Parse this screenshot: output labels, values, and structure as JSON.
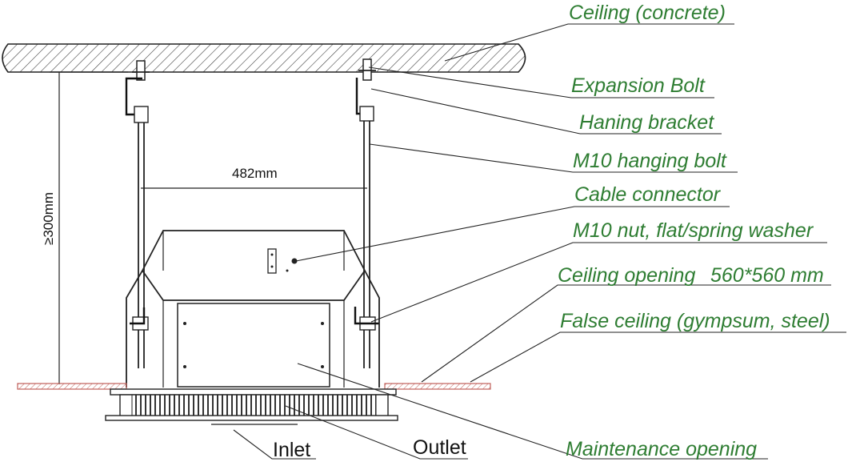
{
  "labels": {
    "ceiling": "Ceiling (concrete)",
    "expansion_bolt": "Expansion Bolt",
    "hanging_bracket": "Haning bracket",
    "hanging_bolt": "M10 hanging bolt",
    "cable_connector": "Cable connector",
    "nut_washer": "M10 nut, flat/spring washer",
    "ceiling_opening": "Ceiling opening",
    "ceiling_opening_size": "560*560 mm",
    "false_ceiling": "False ceiling (gympsum, steel)",
    "maintenance_opening": "Maintenance opening",
    "inlet": "Inlet",
    "outlet": "Outlet"
  },
  "dimensions": {
    "width": "482mm",
    "height": "≥300mm"
  },
  "colors": {
    "label_green": "#2e7d32",
    "false_ceiling": "#c0605a",
    "line": "#222222"
  }
}
